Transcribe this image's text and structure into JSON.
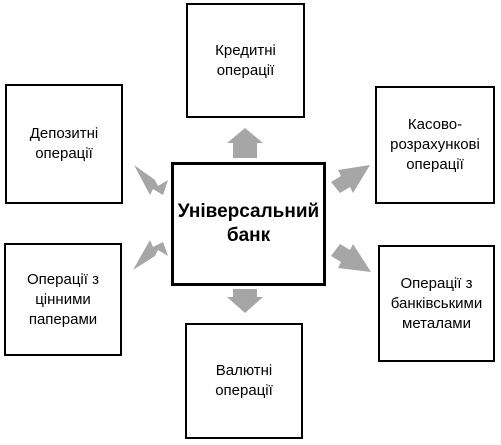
{
  "center": {
    "label": "Універсальний\nбанк"
  },
  "nodes": {
    "credit": "Кредитні\nоперації",
    "deposit": "Депозитні\nоперації",
    "cash_settlement": "Касово-\nрозрахункові\nоперації",
    "securities": "Операції з\nцінними\nпаперами",
    "metals": "Операції з\nбанківськими\nметалами",
    "currency": "Валютні\nоперації"
  },
  "colors": {
    "arrow": "#a6a6a6",
    "border": "#000000",
    "background": "#ffffff"
  }
}
